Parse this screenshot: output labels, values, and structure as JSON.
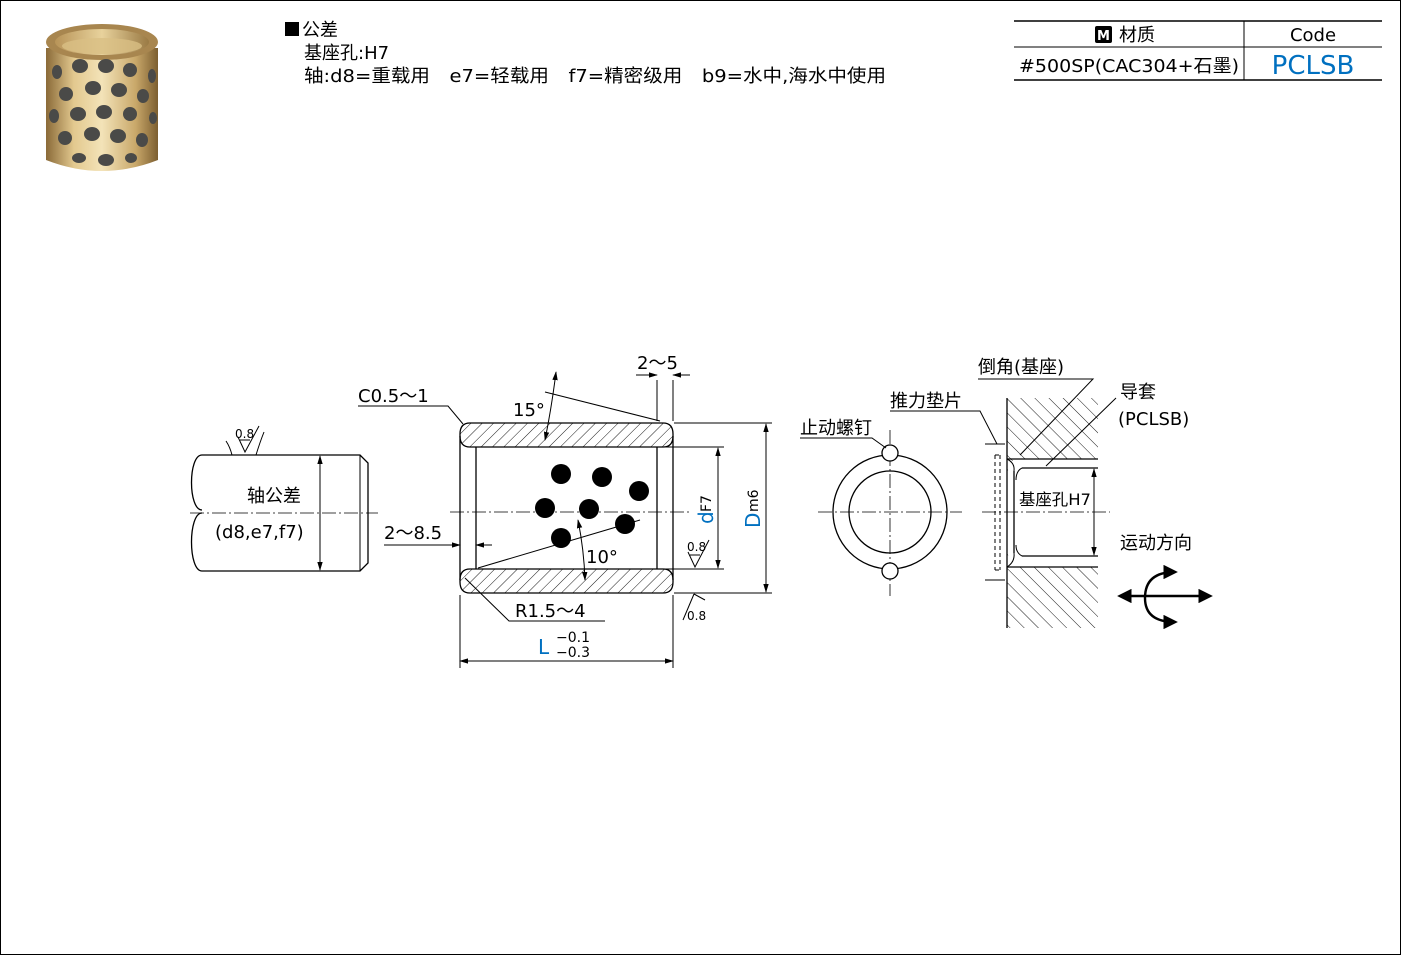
{
  "header": {
    "tolerance_title": "公差",
    "hole_tolerance": "基座孔:H7",
    "shaft_tolerance": "轴:d8=重载用　e7=轻载用　f7=精密级用　b9=水中,海水中使用"
  },
  "spec_table": {
    "material_badge": "M",
    "material_header": "材质",
    "code_header": "Code",
    "rows": [
      {
        "material": "#500SP(CAC304+石墨)",
        "code": "PCLSB"
      }
    ]
  },
  "drawing": {
    "shaft": {
      "roughness": "0.8",
      "label": "轴公差",
      "tolerances": "(d8,e7,f7)"
    },
    "bushing": {
      "chamfer": "C0.5～1",
      "angle_15": "15°",
      "angle_10": "10°",
      "gap": "2～5",
      "relief": "2～8.5",
      "radius": "R1.5～4",
      "length_symbol": "L",
      "length_upper_tol": "−0.1",
      "length_lower_tol": "−0.3",
      "inner_d_symbol": "d",
      "inner_d_fit": "F7",
      "outer_d_symbol": "D",
      "outer_d_fit": "m6",
      "inner_roughness": "0.8",
      "outer_roughness": "0.8"
    },
    "end_view": {
      "set_screw_label": "止动螺钉",
      "thrust_washer_label": "推力垫片"
    },
    "housing": {
      "chamfer_label": "倒角(基座)",
      "guide_label": "导套",
      "guide_code": "(PCLSB)",
      "hole_label": "基座孔H7",
      "motion_label": "运动方向"
    }
  },
  "colors": {
    "accent_blue": "#0070c0",
    "bronze": "#c9a86a",
    "graphite": "#4a4a48"
  }
}
